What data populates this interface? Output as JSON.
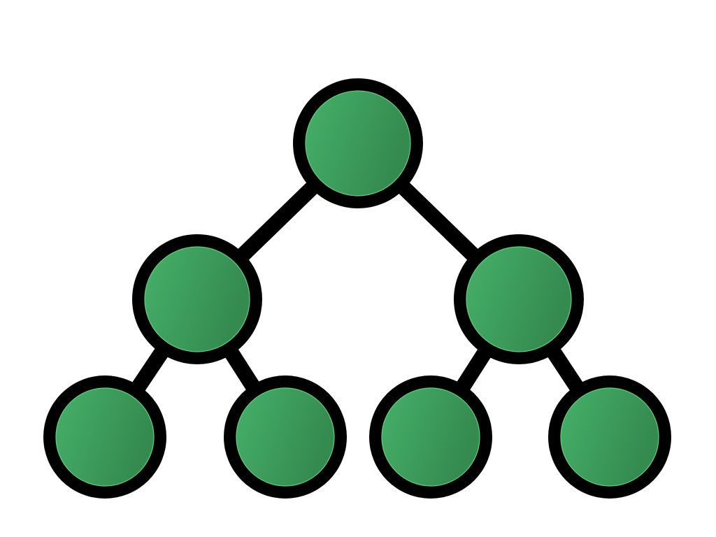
{
  "diagram": {
    "type": "binary-tree",
    "levels": 3,
    "nodes": [
      {
        "id": "root",
        "label": ""
      },
      {
        "id": "left",
        "label": ""
      },
      {
        "id": "right",
        "label": ""
      },
      {
        "id": "left-left",
        "label": ""
      },
      {
        "id": "left-right",
        "label": ""
      },
      {
        "id": "right-left",
        "label": ""
      },
      {
        "id": "right-right",
        "label": ""
      }
    ],
    "edges": [
      [
        "root",
        "left"
      ],
      [
        "root",
        "right"
      ],
      [
        "left",
        "left-left"
      ],
      [
        "left",
        "left-right"
      ],
      [
        "right",
        "right-left"
      ],
      [
        "right",
        "right-right"
      ]
    ],
    "colors": {
      "background": "#ffffff",
      "outline": "#000000",
      "fill_light": "#46b06a",
      "fill_dark": "#348a4f",
      "rim": "#5fd07f"
    }
  }
}
